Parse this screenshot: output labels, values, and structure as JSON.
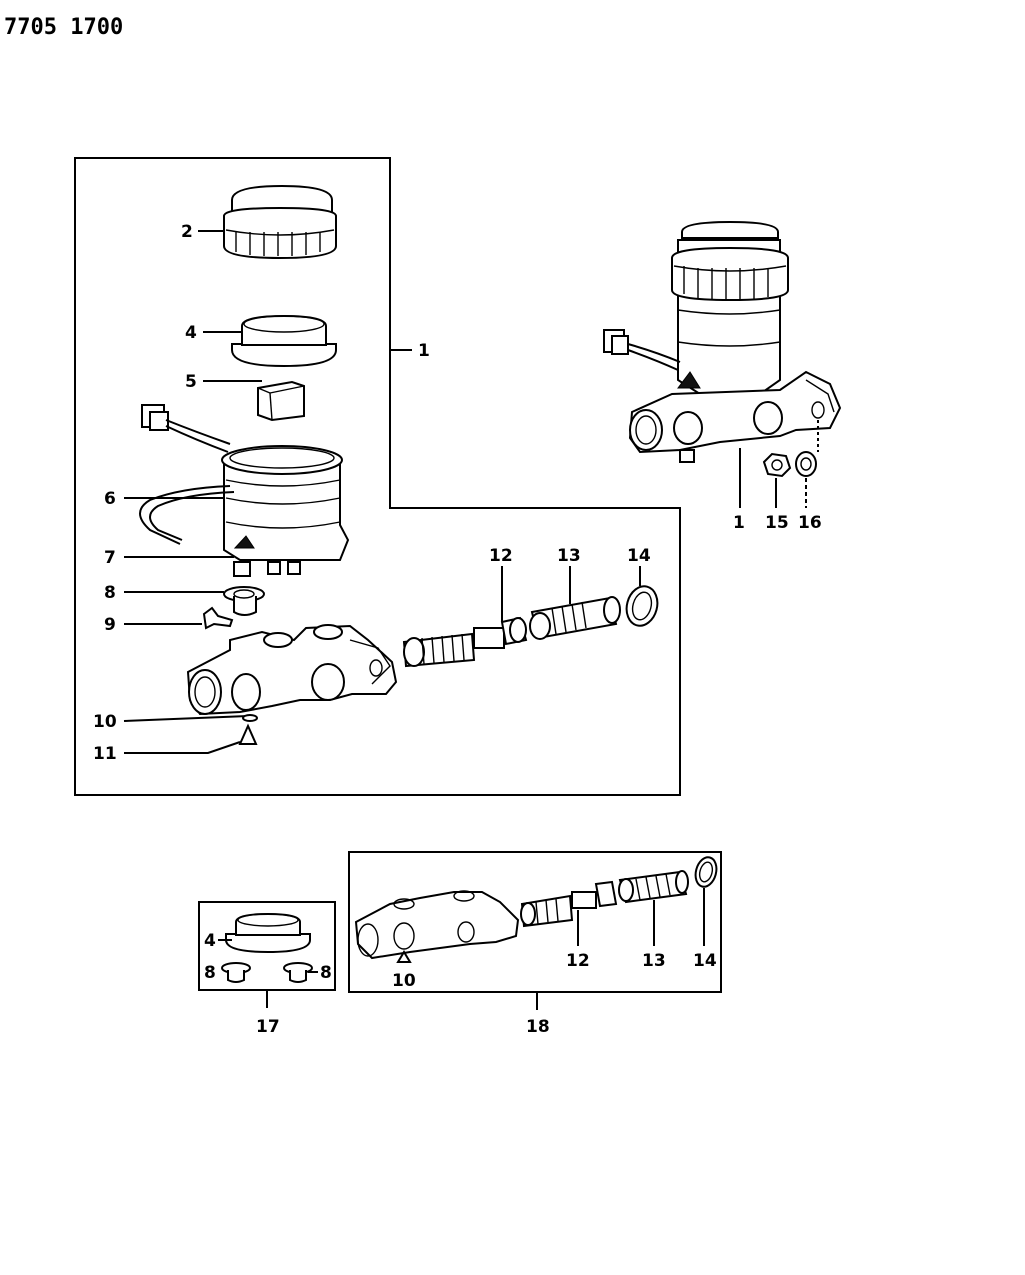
{
  "header": {
    "doc_number": "7705 1700"
  },
  "callouts": {
    "c1": "1",
    "c2": "2",
    "c4": "4",
    "c5": "5",
    "c6": "6",
    "c7": "7",
    "c8": "8",
    "c9": "9",
    "c10": "10",
    "c11": "11",
    "c12": "12",
    "c13": "13",
    "c14": "14",
    "r1": "1",
    "r15": "15",
    "r16": "16",
    "k4": "4",
    "k8a": "8",
    "k8b": "8",
    "k17": "17",
    "s10": "10",
    "s12": "12",
    "s13": "13",
    "s14": "14",
    "s18": "18"
  }
}
